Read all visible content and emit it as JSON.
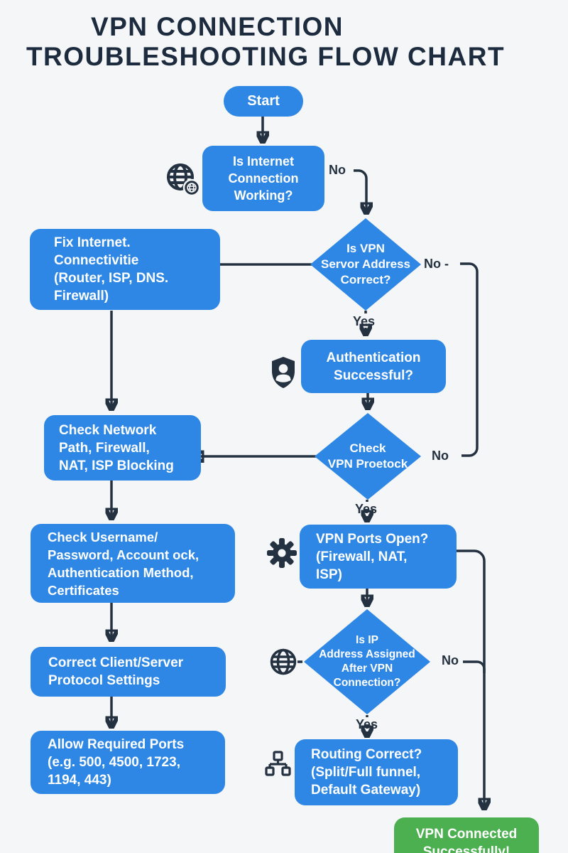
{
  "title": {
    "line1": "VPN CONNECTION",
    "line2": "TROUBLESHOOTING FLOW CHART"
  },
  "nodes": {
    "start": "Start",
    "internet_check": "Is Internet\nConnection\nWorking?",
    "fix_internet": "Fix Internet.\nConnectivitie\n(Router, ISP, DNS.\nFirewall)",
    "server_address_check": "Is VPN\nServor Address\nCorrect?",
    "authentication_check": "Authentication\nSuccessful?",
    "vpn_protocol_check": "Check\nVPN Proetock",
    "network_path": "Check Network\nPath, Firewall,\nNAT, ISP Blocking",
    "credentials": "Check Username/\nPassword, Account ock,\nAuthentication Method,\nCertificates",
    "vpn_ports": "VPN Ports Open?\n(Firewall, NAT,\nISP)",
    "protocol_settings": "Correct Client/Server\nProtocol Settings",
    "ip_assigned_check": "Is IP\nAddress Assigned\nAfter VPN\nConnection?",
    "allow_ports": "Allow Required Ports\n(e.g. 500, 4500, 1723,\n1194, 443)",
    "routing_check": "Routing Correct?\n(Split/Full funnel,\nDefault Gateway)",
    "success": "VPN Connected\nSuccessfully!"
  },
  "edge_labels": {
    "internet_no": "No",
    "server_address_no": "No -",
    "server_address_yes": "Yes",
    "vpn_protocol_no": "No",
    "vpn_protocol_yes": "Yes",
    "ip_assigned_no": "No",
    "ip_assigned_yes": "Yes"
  },
  "icons": {
    "internet_check": "globe-network-icon",
    "authentication_check": "shield-user-icon",
    "vpn_ports": "gear-icon",
    "ip_assigned_check": "globe-icon",
    "routing_check": "network-tree-icon"
  },
  "colors": {
    "node_fill": "#2e87e5",
    "success_fill": "#4caf50",
    "ink": "#243140",
    "text_on_node": "#ffffff",
    "title": "#1d2b3e",
    "background": "#f5f6f8"
  }
}
